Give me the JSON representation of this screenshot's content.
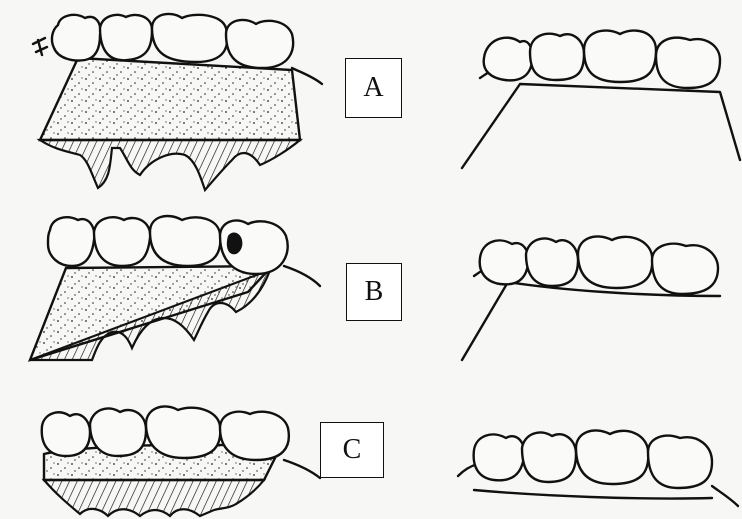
{
  "labels": {
    "a": "A",
    "b": "B",
    "c": "C"
  },
  "colors": {
    "ink": "#111111",
    "paper": "#f7f7f5",
    "stain": "#111111"
  }
}
